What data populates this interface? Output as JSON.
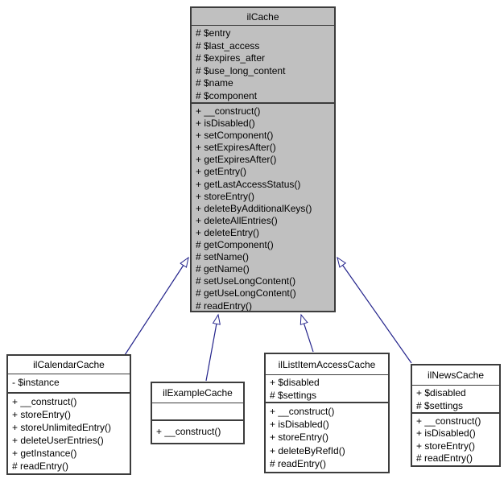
{
  "diagram": {
    "type": "uml-class-inheritance",
    "colors": {
      "background": "#ffffff",
      "node_border": "#3c3c3c",
      "node_fill": "#ffffff",
      "highlight_fill": "#c0c0c0",
      "edge_color": "#23238b",
      "text_color": "#000000"
    },
    "classes": [
      {
        "name": "ilCache",
        "highlighted": true,
        "attributes": [
          "# $entry",
          "# $last_access",
          "# $expires_after",
          "# $use_long_content",
          "# $name",
          "# $component"
        ],
        "methods": [
          "+ __construct()",
          "+ isDisabled()",
          "+ setComponent()",
          "+ setExpiresAfter()",
          "+ getExpiresAfter()",
          "+ getEntry()",
          "+ getLastAccessStatus()",
          "+ storeEntry()",
          "+ deleteByAdditionalKeys()",
          "+ deleteAllEntries()",
          "+ deleteEntry()",
          "# getComponent()",
          "# setName()",
          "# getName()",
          "# setUseLongContent()",
          "# getUseLongContent()",
          "# readEntry()"
        ]
      },
      {
        "name": "ilCalendarCache",
        "highlighted": false,
        "attributes": [
          "- $instance"
        ],
        "methods": [
          "+ __construct()",
          "+ storeEntry()",
          "+ storeUnlimitedEntry()",
          "+ deleteUserEntries()",
          "+ getInstance()",
          "# readEntry()"
        ]
      },
      {
        "name": "ilExampleCache",
        "highlighted": false,
        "attributes": [],
        "methods": [
          "+ __construct()"
        ]
      },
      {
        "name": "ilListItemAccessCache",
        "highlighted": false,
        "attributes": [
          "+ $disabled",
          "# $settings"
        ],
        "methods": [
          "+ __construct()",
          "+ isDisabled()",
          "+ storeEntry()",
          "+ deleteByRefId()",
          "# readEntry()"
        ]
      },
      {
        "name": "ilNewsCache",
        "highlighted": false,
        "attributes": [
          "+ $disabled",
          "# $settings"
        ],
        "methods": [
          "+ __construct()",
          "+ isDisabled()",
          "+ storeEntry()",
          "# readEntry()"
        ]
      }
    ],
    "edges": [
      {
        "from": "ilCalendarCache",
        "to": "ilCache",
        "type": "inheritance"
      },
      {
        "from": "ilExampleCache",
        "to": "ilCache",
        "type": "inheritance"
      },
      {
        "from": "ilListItemAccessCache",
        "to": "ilCache",
        "type": "inheritance"
      },
      {
        "from": "ilNewsCache",
        "to": "ilCache",
        "type": "inheritance"
      }
    ]
  }
}
